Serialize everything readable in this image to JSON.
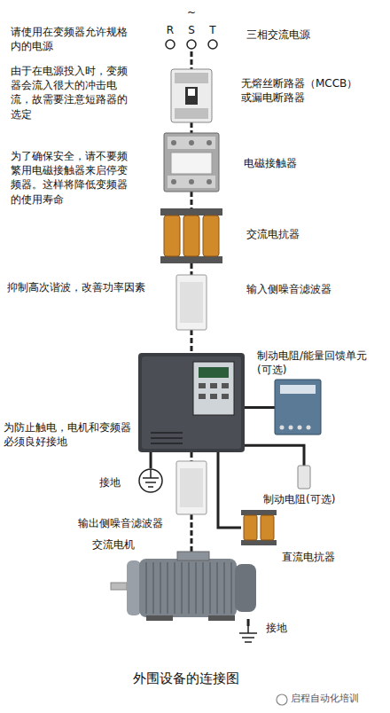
{
  "diagram": {
    "caption": "外围设备的连接图",
    "nodes": [
      {
        "text": [
          "三相交流电源"
        ]
      },
      {
        "text": [
          "无熔丝断路器（MCCB） 或漏电断路器"
        ]
      },
      {
        "text": [
          "电磁接触器"
        ]
      },
      {
        "text": [
          "交流电抗器"
        ]
      },
      {
        "text": [
          "输入侧噪音滤波器"
        ]
      },
      {
        "text": []
      },
      {
        "text": [
          "制动电阻/能量回馈单元 (可选)"
        ]
      },
      {
        "text": [
          "制动电阻(可选)"
        ]
      },
      {
        "text": [
          "接地"
        ]
      },
      {
        "text": [
          "输出侧噪音滤波器"
        ]
      },
      {
        "text": [
          "交流电机"
        ]
      },
      {
        "text": [
          "直流电抗器"
        ]
      },
      {
        "text": [
          "接地"
        ]
      }
    ],
    "edges": [
      {
        "from": 0,
        "to": 1,
        "arrow": "none"
      },
      {
        "from": 1,
        "to": 2,
        "arrow": "none"
      },
      {
        "from": 2,
        "to": 3,
        "arrow": "none"
      },
      {
        "from": 3,
        "to": 4,
        "arrow": "none"
      },
      {
        "from": 4,
        "to": 5,
        "arrow": "none"
      },
      {
        "from": 5,
        "to": 6,
        "arrow": "none"
      },
      {
        "from": 5,
        "to": 7,
        "arrow": "none"
      },
      {
        "from": 5,
        "to": 8,
        "arrow": "none"
      },
      {
        "from": 5,
        "to": 9,
        "arrow": "none"
      },
      {
        "from": 5,
        "to": 11,
        "arrow": "none"
      },
      {
        "from": 9,
        "to": 10,
        "arrow": "none"
      },
      {
        "from": 10,
        "to": 12,
        "arrow": "none"
      }
    ],
    "labels": [
      "~",
      "R",
      "S",
      "T",
      "请使用在变频器允许规格内的电源",
      "由于在电源投入时，变频器会流入很大的冲击电流，故需要注意短路器的选定",
      "为了确保安全，请不要频繁用电磁接触器来启停变频器。这样将降低变频器的使用寿命",
      "抑制高次谐波，改善功率因素",
      "为防止触电，电机和变频器必须良好接地",
      "启程自动化培训"
    ]
  }
}
